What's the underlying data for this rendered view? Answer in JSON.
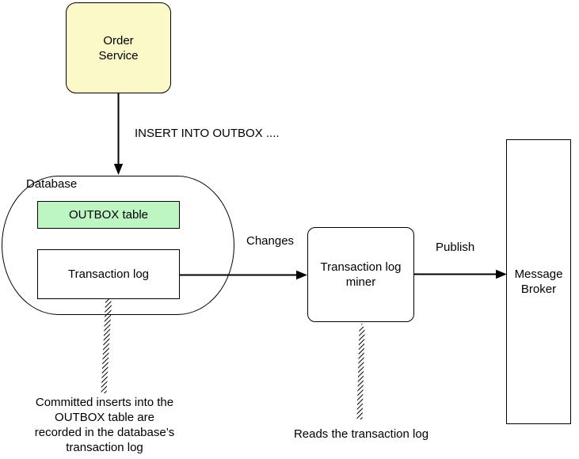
{
  "nodes": {
    "order_service": {
      "label": "Order\nService"
    },
    "database": {
      "label": "Database"
    },
    "outbox_table": {
      "label": "OUTBOX table"
    },
    "transaction_log": {
      "label": "Transaction log"
    },
    "transaction_log_miner": {
      "label": "Transaction log\nminer"
    },
    "message_broker": {
      "label": "Message\nBroker"
    }
  },
  "edges": {
    "insert": {
      "label": "INSERT INTO OUTBOX ...."
    },
    "changes": {
      "label": "Changes"
    },
    "publish": {
      "label": "Publish"
    }
  },
  "annotations": {
    "outbox_note": {
      "text": "Committed inserts into the\nOUTBOX table are\nrecorded in the database’s\ntransaction log"
    },
    "miner_note": {
      "text": "Reads the transaction log"
    }
  },
  "colors": {
    "order_service_fill": "#FBF9C7",
    "outbox_table_fill": "#BDF5C3",
    "stroke": "#000000",
    "background": "#FFFFFF"
  }
}
